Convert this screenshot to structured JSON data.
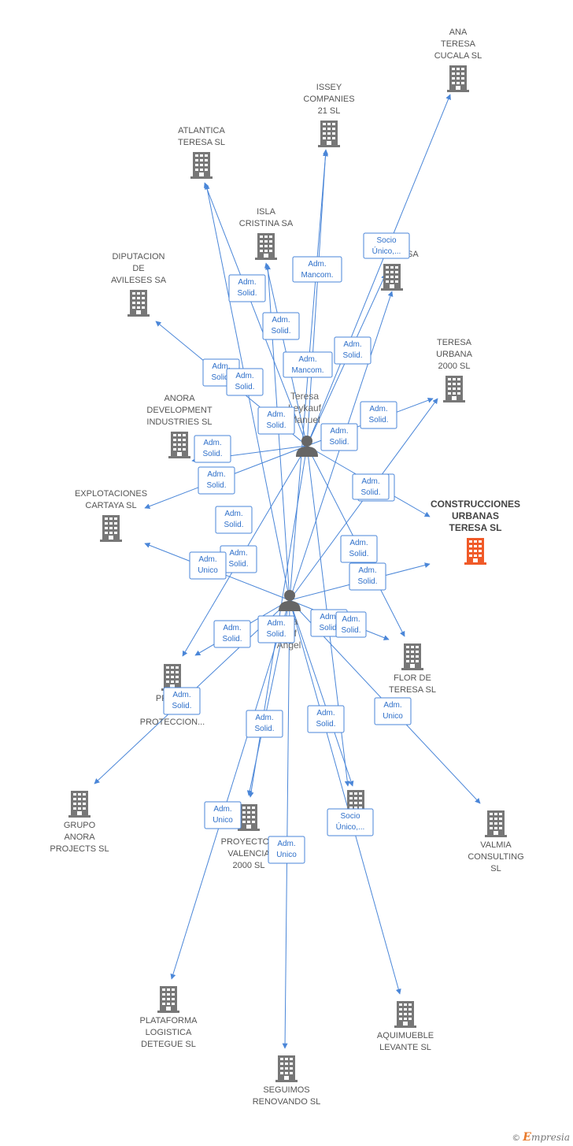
{
  "colors": {
    "edge": "#4a86d8",
    "building": "#777777",
    "main_building": "#f05a28",
    "person": "#666666"
  },
  "companies": [
    {
      "id": "ana",
      "label": [
        "ANA",
        "TERESA",
        "CUCALA SL"
      ],
      "icon": "building-icon"
    },
    {
      "id": "issey",
      "label": [
        "ISSEY",
        "COMPANIES",
        "21 SL"
      ],
      "icon": "building-icon"
    },
    {
      "id": "atlantica",
      "label": [
        "ATLANTICA",
        "TERESA SL"
      ],
      "icon": "building-icon"
    },
    {
      "id": "isla",
      "label": [
        "ISLA",
        "CRISTINA SA"
      ],
      "icon": "building-icon"
    },
    {
      "id": "diputacion",
      "label": [
        "DIPUTACION",
        "DE",
        "AVILESES SA"
      ],
      "icon": "building-icon"
    },
    {
      "id": "tsa",
      "label": [
        "T...SA"
      ],
      "icon": "building-icon"
    },
    {
      "id": "urbana",
      "label": [
        "TERESA",
        "URBANA",
        "2000 SL"
      ],
      "icon": "building-icon"
    },
    {
      "id": "anora",
      "label": [
        "ANORA",
        "DEVELOPMENT",
        "INDUSTRIES SL"
      ],
      "icon": "building-icon"
    },
    {
      "id": "construcciones",
      "label": [
        "CONSTRUCCIONES",
        "URBANAS",
        "TERESA SL"
      ],
      "icon": "building-icon",
      "main": true
    },
    {
      "id": "cartaya",
      "label": [
        "EXPLOTACIONES",
        "CARTAYA SL"
      ],
      "icon": "building-icon"
    },
    {
      "id": "flor",
      "label": [
        "FLOR DE",
        "TERESA SL"
      ],
      "icon": "building-icon"
    },
    {
      "id": "promo",
      "label": [
        "PROM...",
        "DE",
        "PROTECCION..."
      ],
      "icon": "building-icon"
    },
    {
      "id": "grupo",
      "label": [
        "GRUPO",
        "ANORA",
        "PROJECTS SL"
      ],
      "icon": "building-icon"
    },
    {
      "id": "proyectos",
      "label": [
        "PROYECTO...",
        "VALENCIA",
        "2000 SL"
      ],
      "icon": "building-icon"
    },
    {
      "id": "nn",
      "label": [],
      "icon": "building-icon"
    },
    {
      "id": "valmia",
      "label": [
        "VALMIA",
        "CONSULTING",
        "SL"
      ],
      "icon": "building-icon"
    },
    {
      "id": "plataforma",
      "label": [
        "PLATAFORMA",
        "LOGISTICA",
        "DETEGUE SL"
      ],
      "icon": "building-icon"
    },
    {
      "id": "aquimueble",
      "label": [
        "AQUIMUEBLE",
        "LEVANTE SL"
      ],
      "icon": "building-icon"
    },
    {
      "id": "seguimos",
      "label": [
        "SEGUIMOS",
        "RENOVANDO SL"
      ],
      "icon": "building-icon"
    }
  ],
  "persons": [
    {
      "id": "manuel",
      "label": [
        "Teresa",
        "Leykauf",
        "Manuel"
      ],
      "icon": "person-icon"
    },
    {
      "id": "angel",
      "label": [
        "...sa",
        "...uf",
        "Angel"
      ],
      "icon": "person-icon"
    }
  ],
  "edge_labels": [
    [
      "Socio",
      "Único,..."
    ],
    [
      "Adm.",
      "Mancom."
    ],
    [
      "Adm.",
      "Solid."
    ],
    [
      "Adm.",
      "Solid."
    ],
    [
      "Adm.",
      "Solid."
    ],
    [
      "Adm.",
      "Mancom."
    ],
    [
      "Adm.",
      "Solid."
    ],
    [
      "Adm.",
      "Solid."
    ],
    [
      "Adm.",
      "Solid."
    ],
    [
      "Adm.",
      "Solid."
    ],
    [
      "Adm.",
      "Solid."
    ],
    [
      "Adm.",
      "Solid."
    ],
    [
      "Adm.",
      "Solid."
    ],
    [
      "Adm.",
      "Solid."
    ],
    [
      "Adm.",
      "Solid."
    ],
    [
      "Adm.",
      "Unico"
    ],
    [
      "Adm.",
      "Solid."
    ],
    [
      "Adm.",
      "Solid."
    ],
    [
      "Adm.",
      "Solid."
    ],
    [
      "Adm.",
      "Solid."
    ],
    [
      "Adm.",
      "Solid."
    ],
    [
      "Adm.",
      "Solid."
    ],
    [
      "Adm.",
      "Solid."
    ],
    [
      "Adm.",
      "Solid."
    ],
    [
      "Adm.",
      "Solid."
    ],
    [
      "Adm.",
      "Unico"
    ],
    [
      "Adm.",
      "Solid."
    ],
    [
      "Adm.",
      "Solid."
    ],
    [
      "Adm.",
      "Unico"
    ],
    [
      "Socio",
      "Único,..."
    ],
    [
      "Adm.",
      "Unico"
    ]
  ],
  "footer": {
    "copyright": "©",
    "brand_initial": "E",
    "brand_rest": "mpresia"
  }
}
